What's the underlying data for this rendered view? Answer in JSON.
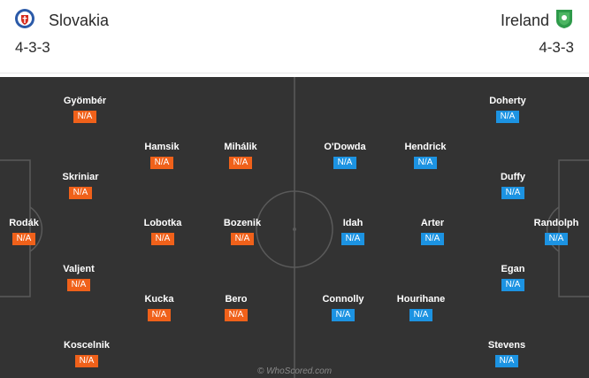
{
  "home_team": {
    "name": "Slovakia",
    "formation": "4-3-3",
    "crest_icon": "slovakia-crest-icon",
    "badge_color": "#f0611a"
  },
  "away_team": {
    "name": "Ireland",
    "formation": "4-3-3",
    "crest_icon": "ireland-crest-icon",
    "badge_color": "#1c93e2"
  },
  "home_players": [
    {
      "name": "Gyömbér",
      "rating": "N/A"
    },
    {
      "name": "Hamsik",
      "rating": "N/A"
    },
    {
      "name": "Mihálik",
      "rating": "N/A"
    },
    {
      "name": "Skriniar",
      "rating": "N/A"
    },
    {
      "name": "Rodák",
      "rating": "N/A"
    },
    {
      "name": "Lobotka",
      "rating": "N/A"
    },
    {
      "name": "Bozenik",
      "rating": "N/A"
    },
    {
      "name": "Valjent",
      "rating": "N/A"
    },
    {
      "name": "Kucka",
      "rating": "N/A"
    },
    {
      "name": "Bero",
      "rating": "N/A"
    },
    {
      "name": "Koscelnik",
      "rating": "N/A"
    }
  ],
  "away_players": [
    {
      "name": "Doherty",
      "rating": "N/A"
    },
    {
      "name": "O'Dowda",
      "rating": "N/A"
    },
    {
      "name": "Hendrick",
      "rating": "N/A"
    },
    {
      "name": "Duffy",
      "rating": "N/A"
    },
    {
      "name": "Idah",
      "rating": "N/A"
    },
    {
      "name": "Arter",
      "rating": "N/A"
    },
    {
      "name": "Randolph",
      "rating": "N/A"
    },
    {
      "name": "Egan",
      "rating": "N/A"
    },
    {
      "name": "Connolly",
      "rating": "N/A"
    },
    {
      "name": "Hourihane",
      "rating": "N/A"
    },
    {
      "name": "Stevens",
      "rating": "N/A"
    }
  ],
  "credit": "© WhoScored.com"
}
